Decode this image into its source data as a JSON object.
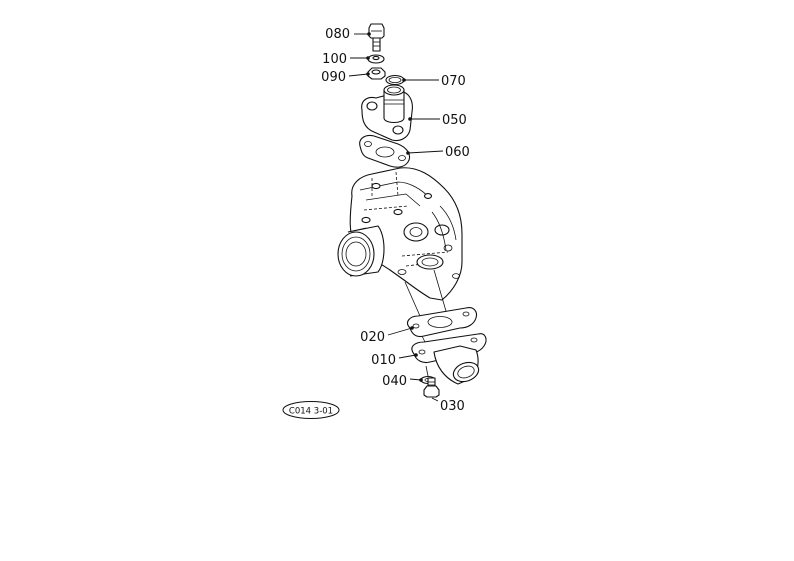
{
  "callouts": [
    {
      "id": "080",
      "label": "080"
    },
    {
      "id": "100",
      "label": "100"
    },
    {
      "id": "090",
      "label": "090"
    },
    {
      "id": "070",
      "label": "070"
    },
    {
      "id": "050",
      "label": "050"
    },
    {
      "id": "060",
      "label": "060"
    },
    {
      "id": "020",
      "label": "020"
    },
    {
      "id": "010",
      "label": "010"
    },
    {
      "id": "040",
      "label": "040"
    },
    {
      "id": "030",
      "label": "030"
    }
  ],
  "reference_code": "C014 3-01"
}
